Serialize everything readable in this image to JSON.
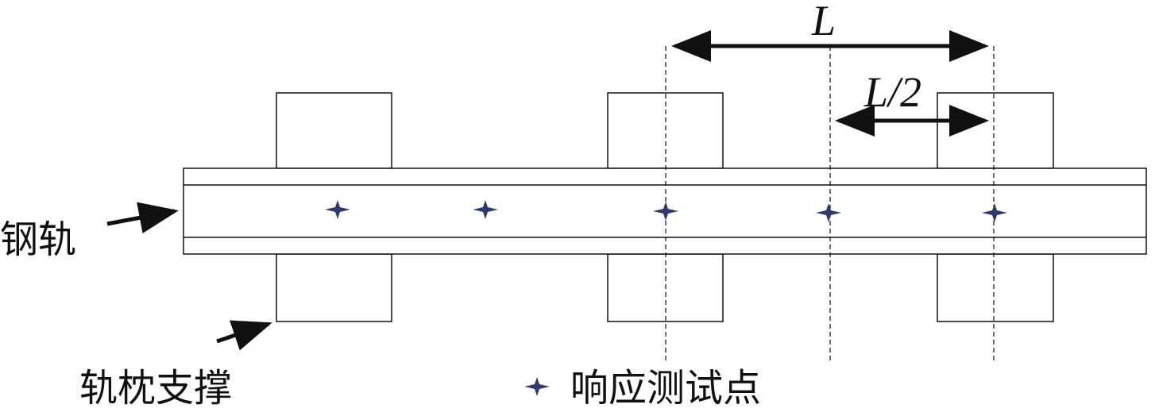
{
  "labels": {
    "rail": "钢轨",
    "sleeper": "轨枕支撑",
    "legend": "响应测试点",
    "span": "L",
    "half_span": "L/2"
  },
  "colors": {
    "marker": "#2e3a70",
    "line": "#111111"
  }
}
